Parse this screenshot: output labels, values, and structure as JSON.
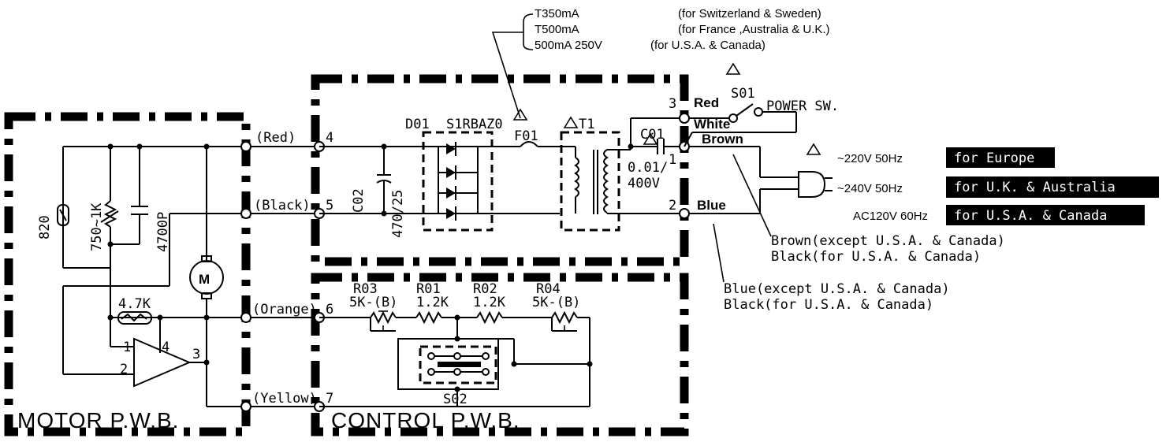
{
  "fuse_notes": [
    {
      "rating": "T350mA",
      "region": "(for Switzerland & Sweden)"
    },
    {
      "rating": "T500mA",
      "region": "(for France ,Australia & U.K.)"
    },
    {
      "rating": "500mA 250V",
      "region": "(for U.S.A. & Canada)"
    }
  ],
  "boards": {
    "motor": "MOTOR P.W.B.",
    "control": "CONTROL P.W.B."
  },
  "wires": {
    "red": "(Red)",
    "black": "(Black)",
    "orange": "(Orange)",
    "yellow": "(Yellow)"
  },
  "pins": {
    "p4": "4",
    "p5": "5",
    "p6": "6",
    "p7": "7",
    "t1_pin1": "1",
    "t1_pin2": "2",
    "t1_pin3": "3",
    "op_1": "1",
    "op_2": "2",
    "op_3": "3",
    "op_4": "4"
  },
  "components": {
    "d01": "D01",
    "d01_part": "S1RBAZ0",
    "f01": "F01",
    "t1": "T1",
    "c01": "C01",
    "c01_value": "0.01/",
    "c01_voltage": "400V",
    "c02": "C02",
    "c02_value": "470/25",
    "r820": "820",
    "r750": "750~1K",
    "c4700": "4700P",
    "r47k": "4.7K",
    "motor": "M",
    "r03": "R03",
    "r03_value": "5K-(B)",
    "r01": "R01",
    "r01_value": "1.2K",
    "r02": "R02",
    "r02_value": "1.2K",
    "r04": "R04",
    "r04_value": "5K-(B)",
    "s02": "S02",
    "s01": "S01",
    "power_sw": "POWER SW."
  },
  "lead_colors": {
    "red": "Red",
    "white": "White",
    "brown": "Brown",
    "blue": "Blue"
  },
  "supply": [
    {
      "voltage": "~220V 50Hz",
      "region": "for Europe"
    },
    {
      "voltage": "~240V 50Hz",
      "region": "for U.K. & Australia"
    },
    {
      "voltage": "AC120V 60Hz",
      "region": "for U.S.A. & Canada"
    }
  ],
  "cord_notes": {
    "brown_line1": "Brown(except U.S.A. & Canada)",
    "brown_line2": "Black(for U.S.A. & Canada)",
    "blue_line1": "Blue(except U.S.A. & Canada)",
    "blue_line2": "Black(for U.S.A. & Canada)"
  },
  "colors": {
    "ink": "#000000",
    "paper": "#ffffff"
  }
}
